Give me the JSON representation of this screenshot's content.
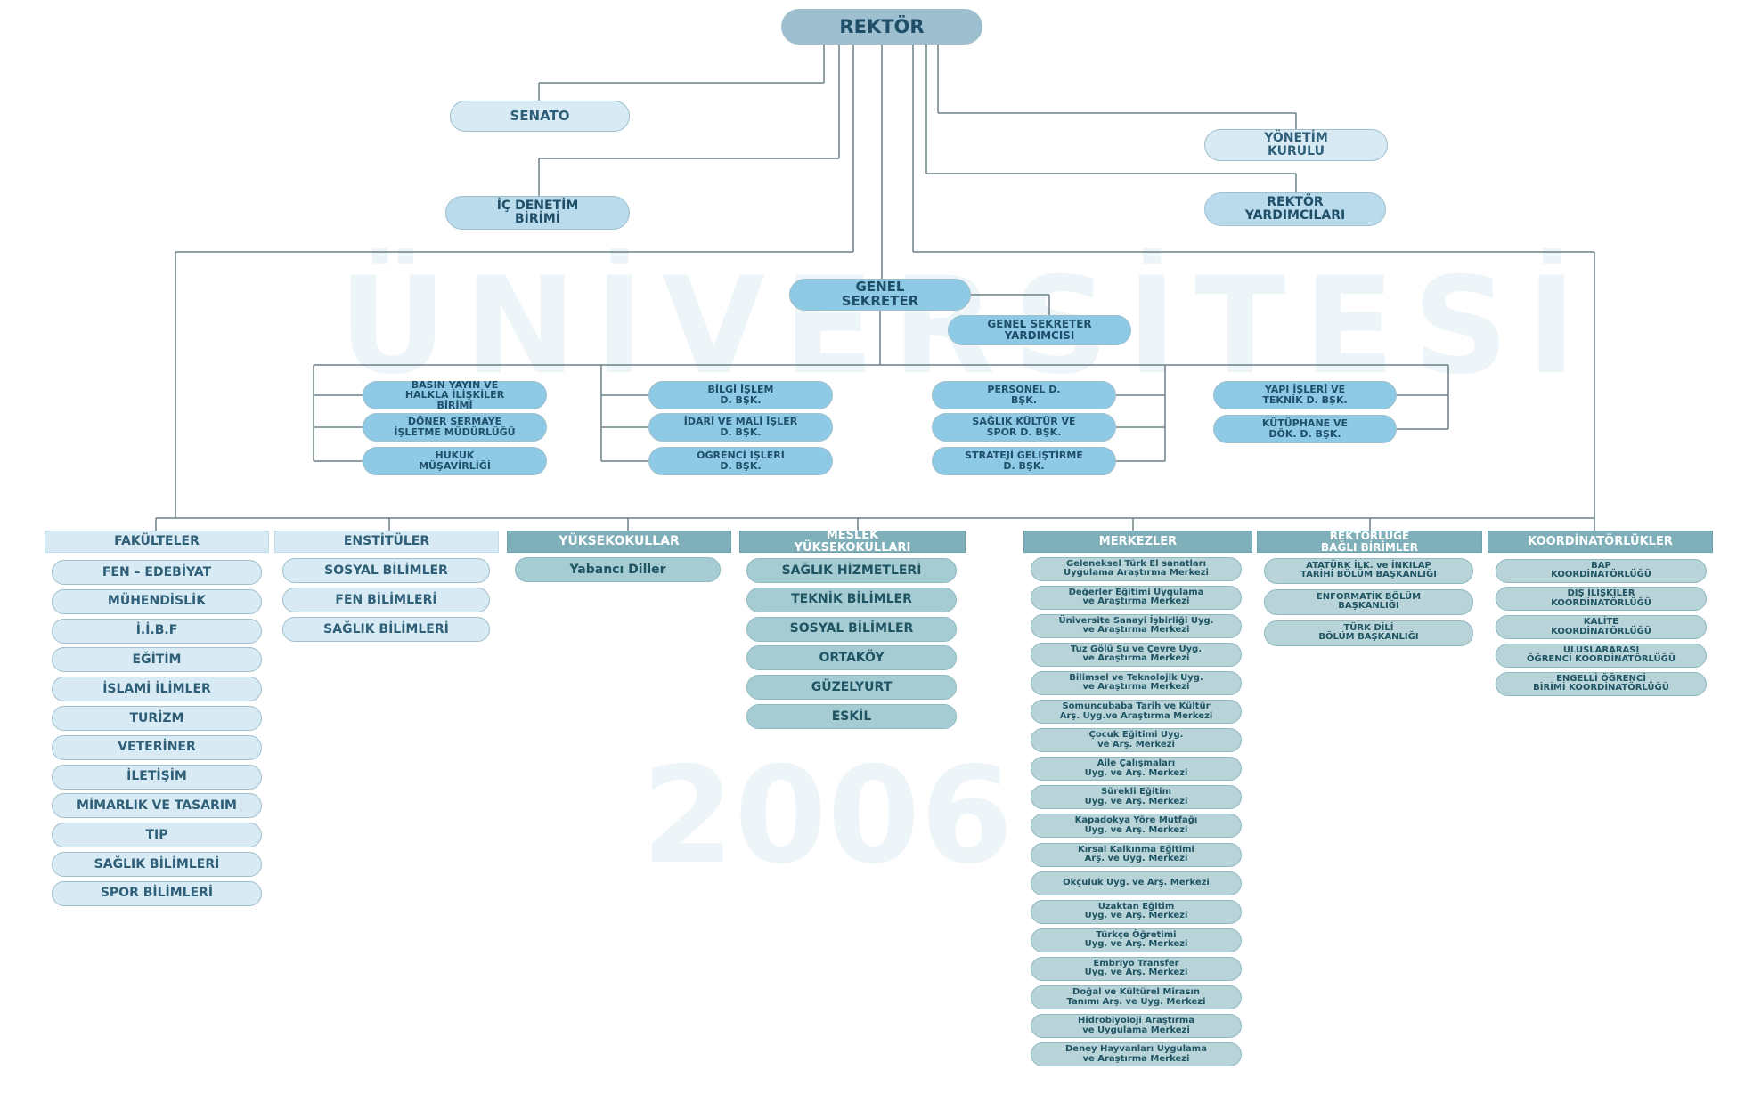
{
  "watermark": {
    "year": "2006"
  },
  "top": {
    "rektor": "REKTÖR",
    "senato": "SENATO",
    "yonetim_kurulu": "YÖNETİM\nKURULU",
    "ic_denetim": "İÇ DENETİM\nBİRİMİ",
    "rektor_yardimcilari": "REKTÖR\nYARDIMCILARI",
    "genel_sekreter": "GENEL\nSEKRETER",
    "genel_sekreter_yardimcisi": "GENEL SEKRETER\nYARDIMCISI"
  },
  "departments": {
    "group1": [
      "BASIN YAYIN VE\nHALKLA İLİŞKİLER\nBİRİMİ",
      "DÖNER SERMAYE\nİŞLETME MÜDÜRLÜĞÜ",
      "HUKUK\nMÜŞAVİRLİĞİ"
    ],
    "group2": [
      "BİLGİ İŞLEM\nD. BŞK.",
      "İDARİ VE MALİ İŞLER\nD. BŞK.",
      "ÖĞRENCİ İŞLERİ\nD. BŞK."
    ],
    "group3": [
      "PERSONEL D.\nBŞK.",
      "SAĞLIK KÜLTÜR VE\nSPOR D. BŞK.",
      "STRATEJİ GELİŞTİRME\nD. BŞK."
    ],
    "group4": [
      "YAPI İŞLERİ VE\nTEKNİK D. BŞK.",
      "KÜTÜPHANE VE\nDÖK. D. BŞK."
    ]
  },
  "columns": {
    "fakulteler": {
      "header": "FAKÜLTELER",
      "items": [
        "FEN – EDEBİYAT",
        "MÜHENDİSLİK",
        "İ.İ.B.F",
        "EĞİTİM",
        "İSLAMİ İLİMLER",
        "TURİZM",
        "VETERİNER",
        "İLETİŞİM",
        "MİMARLIK VE TASARIM",
        "TIP",
        "SAĞLIK BİLİMLERİ",
        "SPOR BİLİMLERİ"
      ]
    },
    "enstituler": {
      "header": "ENSTİTÜLER",
      "items": [
        "SOSYAL BİLİMLER",
        "FEN BİLİMLERİ",
        "SAĞLIK BİLİMLERİ"
      ]
    },
    "yuksekokullar": {
      "header": "YÜKSEKOKULLAR",
      "items": [
        "Yabancı Diller"
      ]
    },
    "meslek": {
      "header": "MESLEK\nYÜKSEKOKULLARI",
      "items": [
        "SAĞLIK HİZMETLERİ",
        "TEKNİK BİLİMLER",
        "SOSYAL BİLİMLER",
        "ORTAKÖY",
        "GÜZELYURT",
        "ESKİL"
      ]
    },
    "merkezler": {
      "header": "MERKEZLER",
      "items": [
        "Geleneksel Türk El sanatları\nUygulama Araştırma Merkezi",
        "Değerler Eğitimi Uygulama\nve Araştırma Merkezi",
        "Üniversite Sanayi İşbirliği Uyg.\nve Araştırma Merkezi",
        "Tuz Gölü Su ve Çevre Uyg.\nve Araştırma Merkezi",
        "Bilimsel ve Teknolojik Uyg.\nve Araştırma Merkezi",
        "Somuncubaba Tarih ve Kültür\nArş. Uyg.ve Araştırma Merkezi",
        "Çocuk Eğitimi Uyg.\nve Arş. Merkezi",
        "Aile Çalışmaları\nUyg. ve Arş. Merkezi",
        "Sürekli Eğitim\nUyg. ve Arş. Merkezi",
        "Kapadokya Yöre Mutfağı\nUyg. ve Arş. Merkezi",
        "Kırsal Kalkınma Eğitimi\nArş. ve Uyg. Merkezi",
        "Okçuluk Uyg. ve Arş. Merkezi",
        "Uzaktan Eğitim\nUyg. ve Arş. Merkezi",
        "Türkçe Öğretimi\nUyg. ve Arş. Merkezi",
        "Embriyo Transfer\nUyg. ve Arş. Merkezi",
        "Doğal ve Kültürel Mirasın\nTanımı Arş. ve Uyg. Merkezi",
        "Hidrobiyoloji Araştırma\nve Uygulama Merkezi",
        "Deney Hayvanları Uygulama\nve Araştırma Merkezi"
      ]
    },
    "rektorluge": {
      "header": "REKTÖRLÜĞE\nBAĞLI BİRİMLER",
      "items": [
        "ATATÜRK İLK. ve İNKILAP\nTARİHİ BÖLÜM BAŞKANLIĞI",
        "ENFORMATİK BÖLÜM\nBAŞKANLIĞI",
        "TÜRK DİLİ\nBÖLÜM BAŞKANLIĞI"
      ]
    },
    "koordinatorlukler": {
      "header": "KOORDİNATÖRLÜKLER",
      "items": [
        "BAP\nKOORDİNATÖRLÜĞÜ",
        "DIŞ İLİŞKİLER\nKOORDİNATÖRLÜĞÜ",
        "KALİTE\nKOORDİNATÖRLÜĞÜ",
        "ULUSLARARASI\nÖĞRENCİ KOORDİNATÖRLÜĞÜ",
        "ENGELLİ ÖĞRENCİ\nBİRİMİ KOORDİNATÖRLÜĞÜ"
      ]
    }
  },
  "colors": {
    "line": "#6a8088",
    "light": "#d8ebf4",
    "mid": "#9dcce5",
    "teal": "#a6ccd3",
    "header_teal": "#7fb0ba"
  }
}
